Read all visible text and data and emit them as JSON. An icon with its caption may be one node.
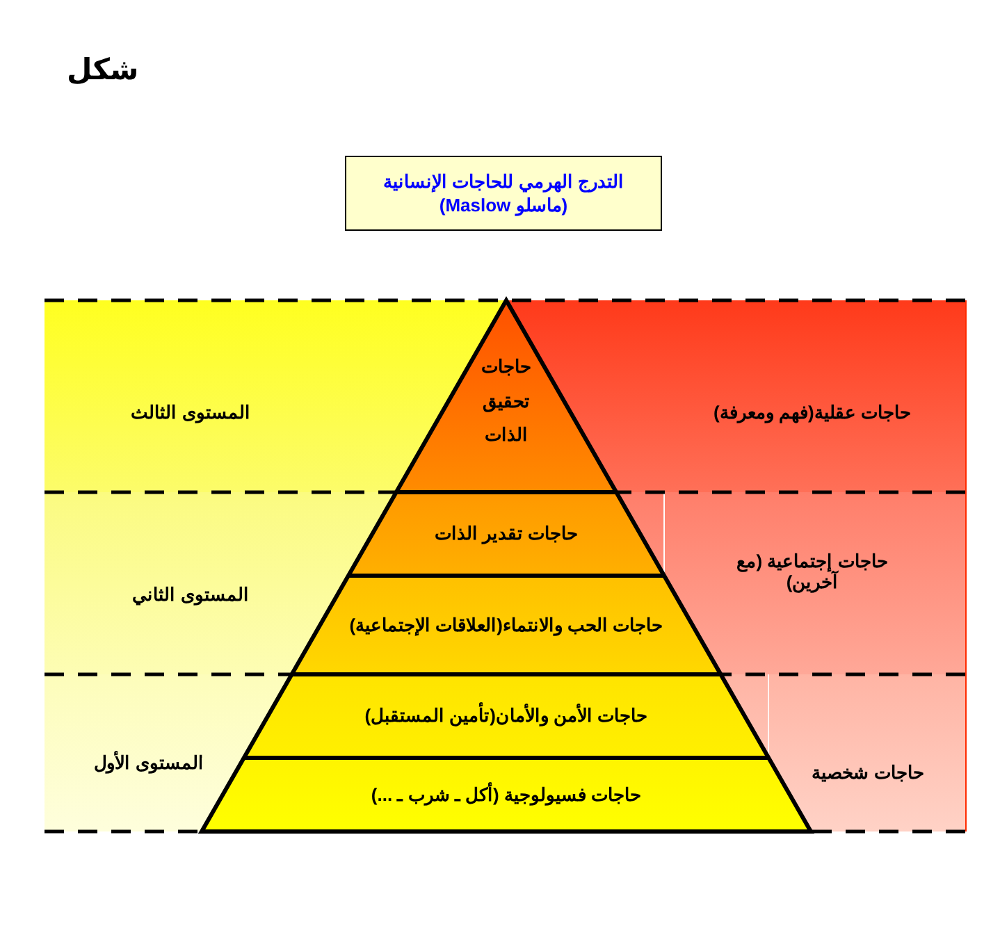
{
  "diagram": {
    "nodes": [
      {
        "text": [
          "التدرج الهرمي للحاجات الإنسانية",
          "(ماسلو Maslow)"
        ]
      },
      {
        "text": [
          "حاجات تحقيق الذات"
        ]
      },
      {
        "text": [
          "حاجات تقدير الذات"
        ]
      },
      {
        "text": [
          "حاجات الحب والانتماء(العلاقات الإجتماعية)"
        ]
      },
      {
        "text": [
          "حاجات الأمن والأمان(تأمين المستقبل)"
        ]
      },
      {
        "text": [
          "حاجات فسيولوجية (أكل ـ شرب ـ ...)"
        ]
      },
      {
        "text": [
          "المستوى الثالث"
        ]
      },
      {
        "text": [
          "المستوى الثاني"
        ]
      },
      {
        "text": [
          "المستوى الأول"
        ]
      },
      {
        "text": [
          "حاجات عقلية(فهم ومعرفة)"
        ]
      },
      {
        "text": [
          "حاجات إجتماعية (مع آخرين)"
        ]
      },
      {
        "text": [
          "حاجات شخصية"
        ]
      }
    ],
    "edges": [],
    "labels": [
      "شكل"
    ]
  }
}
